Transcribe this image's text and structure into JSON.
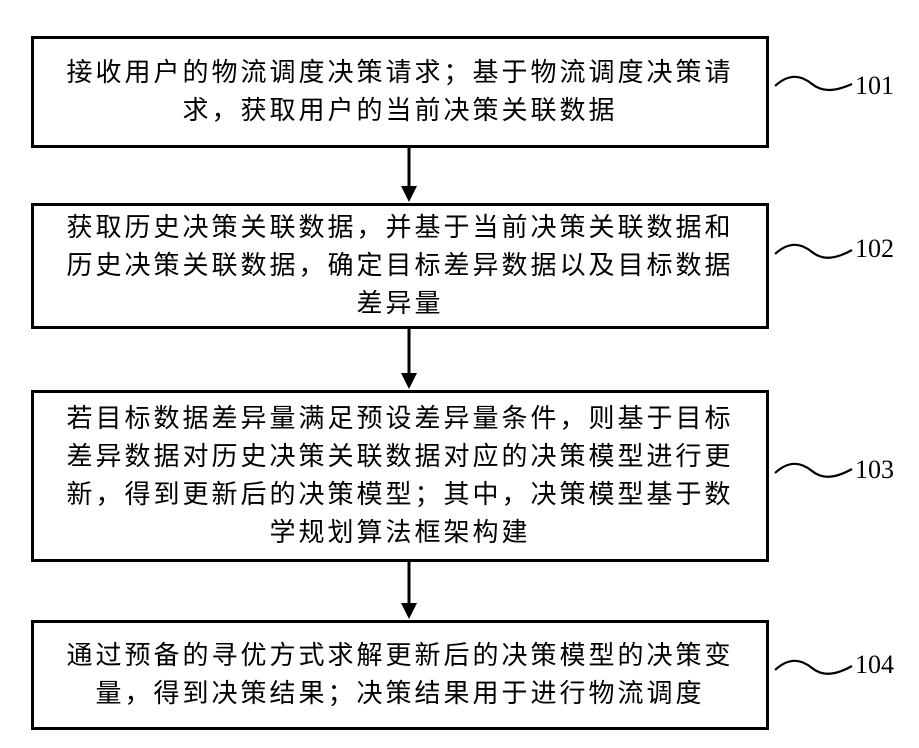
{
  "steps": [
    {
      "id": "101",
      "text": "接收用户的物流调度决策请求；基于物流调度决策请求，获取用户的当前决策关联数据"
    },
    {
      "id": "102",
      "text": "获取历史决策关联数据，并基于当前决策关联数据和历史决策关联数据，确定目标差异数据以及目标数据差异量"
    },
    {
      "id": "103",
      "text": "若目标数据差异量满足预设差异量条件，则基于目标差异数据对历史决策关联数据对应的决策模型进行更新，得到更新后的决策模型；其中，决策模型基于数学规划算法框架构建"
    },
    {
      "id": "104",
      "text": "通过预备的寻优方式求解更新后的决策模型的决策变量，得到决策结果；决策结果用于进行物流调度"
    }
  ]
}
